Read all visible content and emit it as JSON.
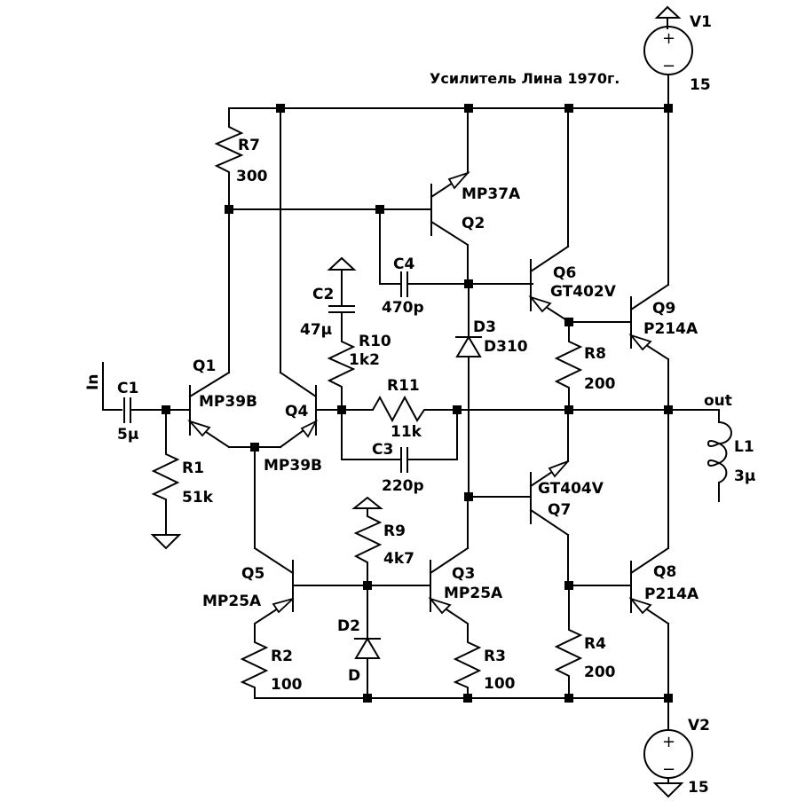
{
  "title": "Усилитель Лина 1970г.",
  "components": {
    "V1": {
      "ref": "V1",
      "value": "15"
    },
    "V2": {
      "ref": "V2",
      "value": "15"
    },
    "R7": {
      "ref": "R7",
      "value": "300"
    },
    "R1": {
      "ref": "R1",
      "value": "51k"
    },
    "R2": {
      "ref": "R2",
      "value": "100"
    },
    "R3": {
      "ref": "R3",
      "value": "100"
    },
    "R4": {
      "ref": "R4",
      "value": "200"
    },
    "R8": {
      "ref": "R8",
      "value": "200"
    },
    "R9": {
      "ref": "R9",
      "value": "4k7"
    },
    "R10": {
      "ref": "R10",
      "value": "1k2"
    },
    "R11": {
      "ref": "R11",
      "value": "11k"
    },
    "C1": {
      "ref": "C1",
      "value": "5µ"
    },
    "C2": {
      "ref": "C2",
      "value": "47µ"
    },
    "C3": {
      "ref": "C3",
      "value": "220p"
    },
    "C4": {
      "ref": "C4",
      "value": "470p"
    },
    "L1": {
      "ref": "L1",
      "value": "3µ"
    },
    "D2": {
      "ref": "D2",
      "value": "D"
    },
    "D3": {
      "ref": "D3",
      "value": "D310"
    },
    "Q1": {
      "ref": "Q1",
      "value": "MP39B"
    },
    "Q2": {
      "ref": "Q2",
      "value": "MP37A"
    },
    "Q3": {
      "ref": "Q3",
      "value": "MP25A"
    },
    "Q4": {
      "ref": "Q4",
      "value": "MP39B"
    },
    "Q5": {
      "ref": "Q5",
      "value": "MP25A"
    },
    "Q6": {
      "ref": "Q6",
      "value": "GT402V"
    },
    "Q7": {
      "ref": "Q7",
      "value": "GT404V"
    },
    "Q8": {
      "ref": "Q8",
      "value": "P214A"
    },
    "Q9": {
      "ref": "Q9",
      "value": "P214A"
    }
  },
  "nets": {
    "input": "In",
    "output": "out"
  },
  "symbols": {
    "plus": "+",
    "minus": "−"
  }
}
